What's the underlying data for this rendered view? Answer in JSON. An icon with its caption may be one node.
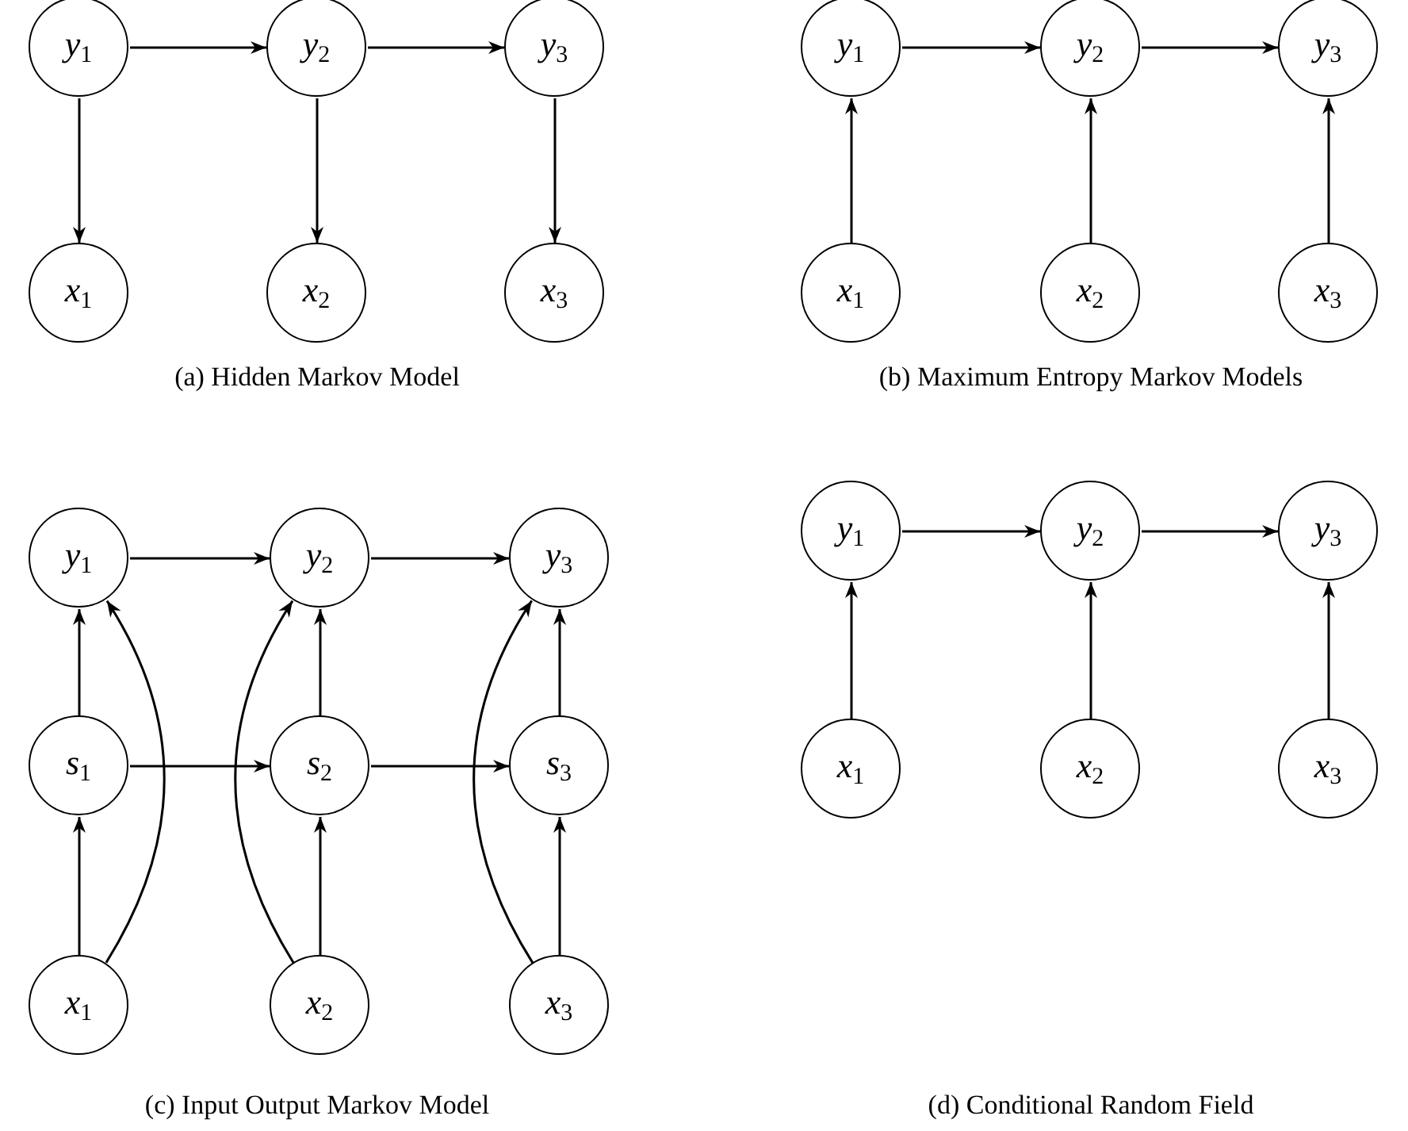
{
  "diagram": {
    "nodes": [
      {
        "text": [
          "*y*$_{1}$"
        ]
      },
      {
        "text": [
          "*y*$_{2}$"
        ]
      },
      {
        "text": [
          "*y*$_{3}$"
        ]
      },
      {
        "text": [
          "*x*$_{1}$"
        ]
      },
      {
        "text": [
          "*x*$_{2}$"
        ]
      },
      {
        "text": [
          "*x*$_{3}$"
        ]
      },
      {
        "text": [
          "*y*$_{1}$"
        ]
      },
      {
        "text": [
          "*y*$_{2}$"
        ]
      },
      {
        "text": [
          "*y*$_{3}$"
        ]
      },
      {
        "text": [
          "*x*$_{1}$"
        ]
      },
      {
        "text": [
          "*x*$_{2}$"
        ]
      },
      {
        "text": [
          "*x*$_{3}$"
        ]
      },
      {
        "text": [
          "*y*$_{1}$"
        ]
      },
      {
        "text": [
          "*y*$_{2}$"
        ]
      },
      {
        "text": [
          "*y*$_{3}$"
        ]
      },
      {
        "text": [
          "*s*$_{1}$"
        ]
      },
      {
        "text": [
          "*s*$_{2}$"
        ]
      },
      {
        "text": [
          "*s*$_{3}$"
        ]
      },
      {
        "text": [
          "*x*$_{1}$"
        ]
      },
      {
        "text": [
          "*x*$_{2}$"
        ]
      },
      {
        "text": [
          "*x*$_{3}$"
        ]
      },
      {
        "text": [
          "*y*$_{1}$"
        ]
      },
      {
        "text": [
          "*y*$_{2}$"
        ]
      },
      {
        "text": [
          "*y*$_{3}$"
        ]
      },
      {
        "text": [
          "*x*$_{1}$"
        ]
      },
      {
        "text": [
          "*x*$_{2}$"
        ]
      },
      {
        "text": [
          "*x*$_{3}$"
        ]
      }
    ],
    "edges": [
      {
        "from": 0,
        "to": 1,
        "arrow": "to"
      },
      {
        "from": 1,
        "to": 2,
        "arrow": "to"
      },
      {
        "from": 0,
        "to": 3,
        "arrow": "to"
      },
      {
        "from": 1,
        "to": 4,
        "arrow": "to"
      },
      {
        "from": 2,
        "to": 5,
        "arrow": "to"
      },
      {
        "from": 6,
        "to": 7,
        "arrow": "to"
      },
      {
        "from": 7,
        "to": 8,
        "arrow": "to"
      },
      {
        "from": 9,
        "to": 6,
        "arrow": "to"
      },
      {
        "from": 10,
        "to": 7,
        "arrow": "to"
      },
      {
        "from": 11,
        "to": 8,
        "arrow": "to"
      },
      {
        "from": 12,
        "to": 13,
        "arrow": "to"
      },
      {
        "from": 13,
        "to": 14,
        "arrow": "to"
      },
      {
        "from": 15,
        "to": 12,
        "arrow": "to"
      },
      {
        "from": 16,
        "to": 13,
        "arrow": "to"
      },
      {
        "from": 17,
        "to": 14,
        "arrow": "to"
      },
      {
        "from": 15,
        "to": 16,
        "arrow": "to"
      },
      {
        "from": 16,
        "to": 17,
        "arrow": "to"
      },
      {
        "from": 18,
        "to": 15,
        "arrow": "to"
      },
      {
        "from": 19,
        "to": 16,
        "arrow": "to"
      },
      {
        "from": 20,
        "to": 17,
        "arrow": "to"
      },
      {
        "from": 18,
        "to": 12,
        "arrow": "to"
      },
      {
        "from": 19,
        "to": 13,
        "arrow": "to"
      },
      {
        "from": 20,
        "to": 14,
        "arrow": "to"
      },
      {
        "from": 21,
        "to": 22,
        "arrow": "to"
      },
      {
        "from": 22,
        "to": 23,
        "arrow": "to"
      },
      {
        "from": 24,
        "to": 21,
        "arrow": "to"
      },
      {
        "from": 25,
        "to": 22,
        "arrow": "to"
      },
      {
        "from": 26,
        "to": 23,
        "arrow": "to"
      }
    ],
    "labels": [
      "(a) Hidden Markov Model",
      "(b) Maximum Entropy Markov Models",
      "(c) Input Output Markov Model",
      "(d) Conditional Random Field"
    ]
  }
}
